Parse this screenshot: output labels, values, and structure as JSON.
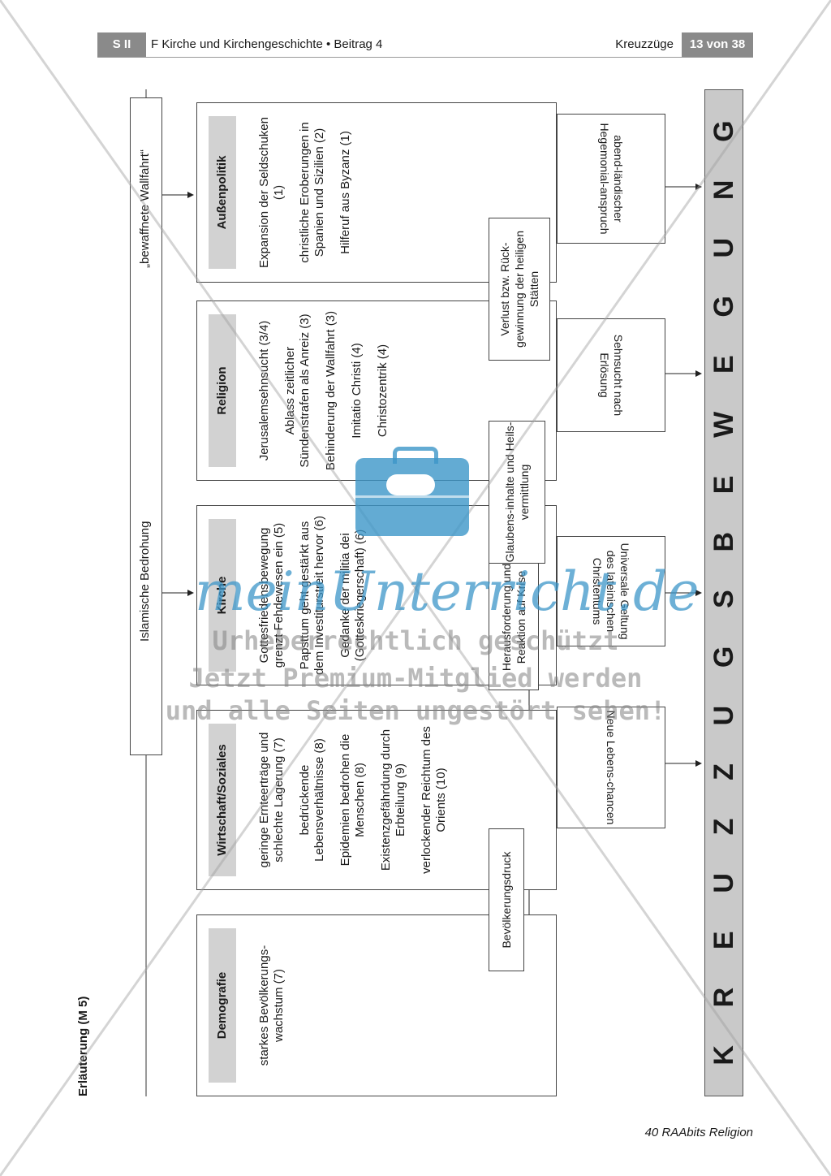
{
  "header": {
    "section": "S II",
    "title": "F  Kirche und Kirchengeschichte • Beitrag 4",
    "topic": "Kreuzzüge",
    "page": "13 von 38"
  },
  "footer": "40 RAAbits Religion",
  "diagram": {
    "heading": "Erläuterung (M 5)",
    "top_labels": {
      "left": "Islamische Bedrohung",
      "right": "„bewaffnete Wallfahrt“"
    },
    "categories": [
      {
        "title": "Demografie",
        "items": [
          "starkes Bevölkerungs-wachstum (7)"
        ]
      },
      {
        "title": "Wirtschaft/Soziales",
        "items": [
          "geringe Ernteerträge und schlechte Lagerung (7)",
          "bedrückende Lebensverhältnisse (8)",
          "Epidemien bedrohen die Menschen (8)",
          "Existenzgefährdung durch Erbteilung (9)",
          "verlockender Reichtum des Orients (10)"
        ]
      },
      {
        "title": "Kirche",
        "items": [
          "Gottesfriedensbewegung grenzt Fehdewesen ein (5)",
          "Papsttum geht gestärkt aus dem Investiturstreit hervor (6)",
          "Gedanke der militia dei (Gotteskriegerschaft) (6)"
        ]
      },
      {
        "title": "Religion",
        "items": [
          "Jerusalemsehnsucht (3/4)",
          "Ablass zeitlicher Sündenstrafen als Anreiz (3)",
          "Behinderung der Wallfahrt (3)",
          "Imitatio Christi (4)",
          "Christozentrik (4)"
        ]
      },
      {
        "title": "Außenpolitik",
        "items": [
          "Expansion der Seldschuken (1)",
          "christliche Eroberungen in Spanien und Sizilien (2)",
          "Hilferuf aus Byzanz (1)"
        ]
      }
    ],
    "mid_boxes": [
      "Bevölkerungsdruck",
      "Herausforderung und Reaktion auf Krise",
      "Glaubens-inhalte und Heils-vermittlung",
      "Verlust bzw. Rück-gewinnung der heiligen Stätten"
    ],
    "motives": [
      "Neue Lebens-chancen",
      "Universale Geltung des lateinischen Christentums",
      "Sehnsucht nach Erlösung",
      "abend-ländischer Hegemonial-anspruch"
    ],
    "banner": [
      "K",
      "R",
      "E",
      "U",
      "Z",
      "Z",
      "U",
      "G",
      "S",
      "B",
      "E",
      "W",
      "E",
      "G",
      "U",
      "N",
      "G"
    ]
  },
  "watermark": {
    "logo": "meinUnterricht.de",
    "line1": "Urheberrechtlich geschützt",
    "line2": "Jetzt Premium-Mitglied werden",
    "line3": "und alle Seiten ungestört sehen!"
  }
}
